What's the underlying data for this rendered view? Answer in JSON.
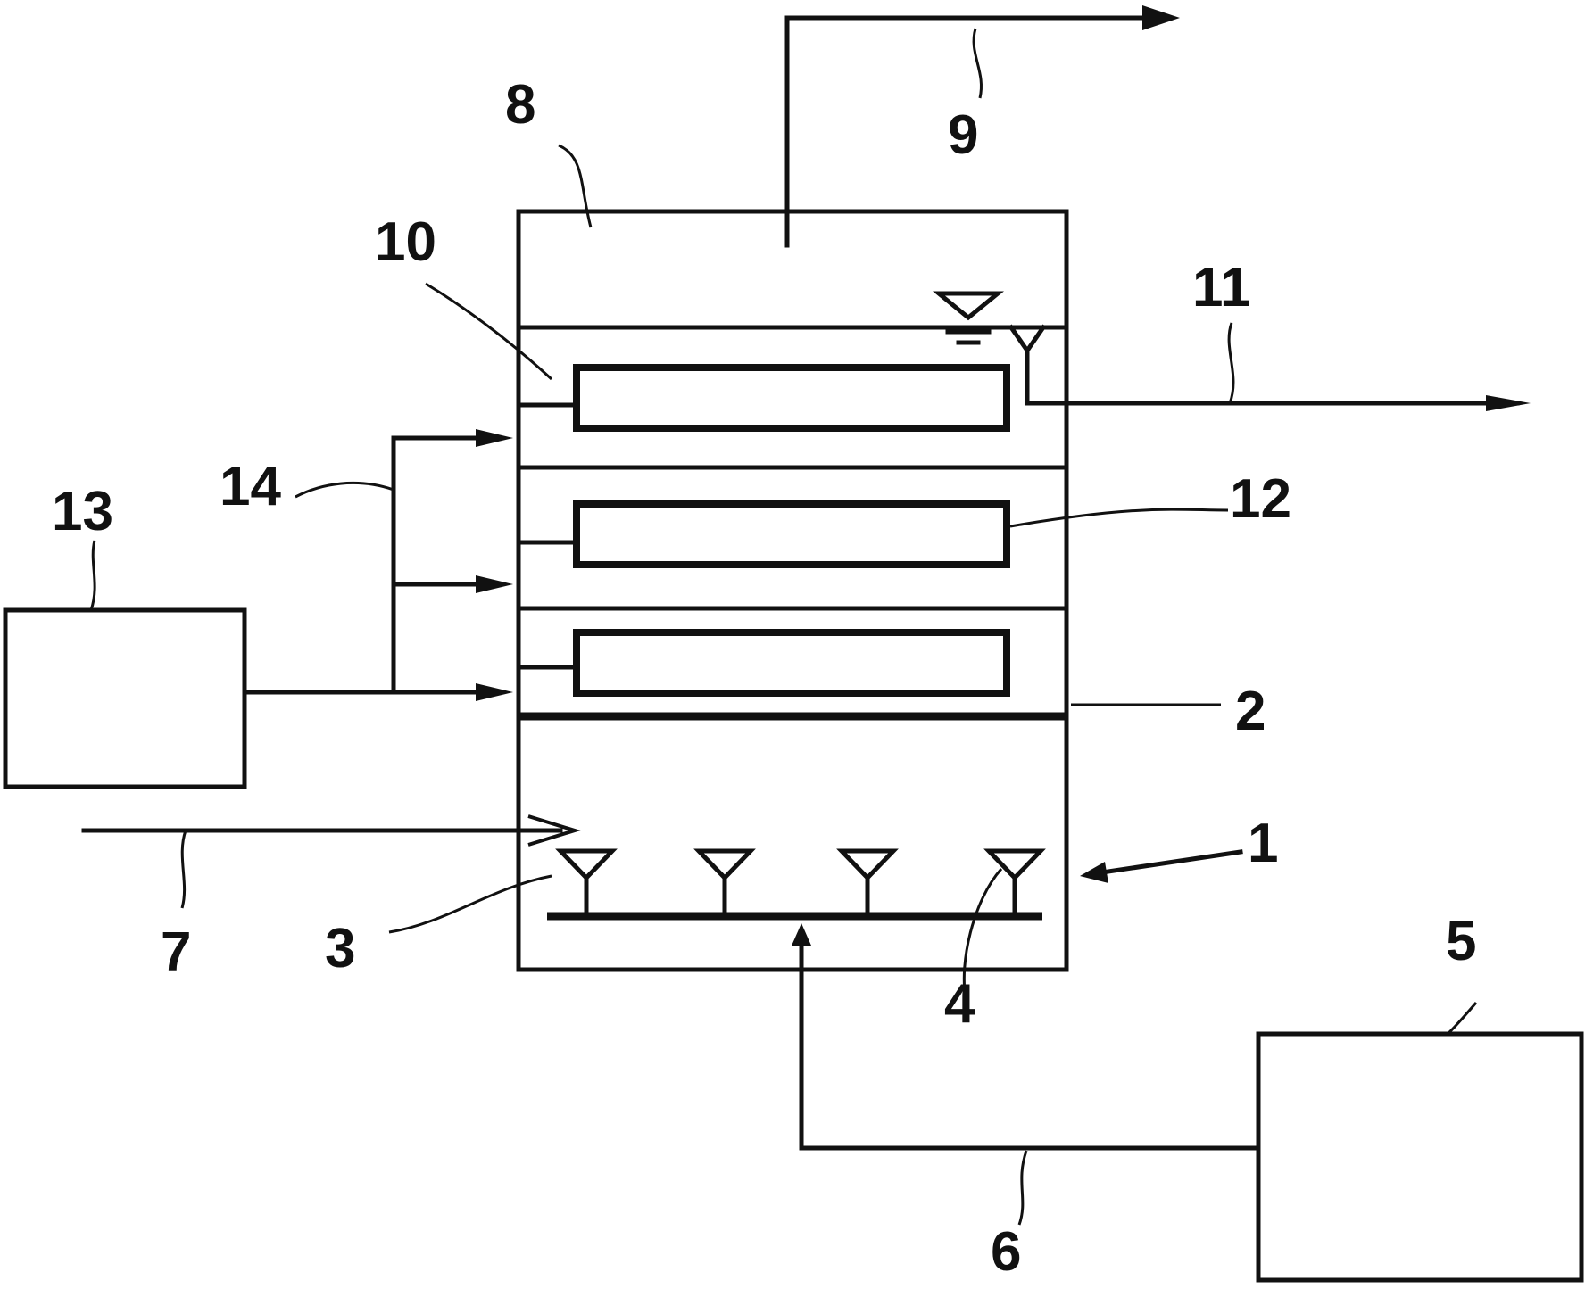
{
  "labels": {
    "l1": "1",
    "l2": "2",
    "l3": "3",
    "l4": "4",
    "l5": "5",
    "l6": "6",
    "l7": "7",
    "l8": "8",
    "l9": "9",
    "l10": "10",
    "l11": "11",
    "l12": "12",
    "l13": "13",
    "l14": "14"
  },
  "colors": {
    "ink": "#111111",
    "background": "#ffffff"
  }
}
